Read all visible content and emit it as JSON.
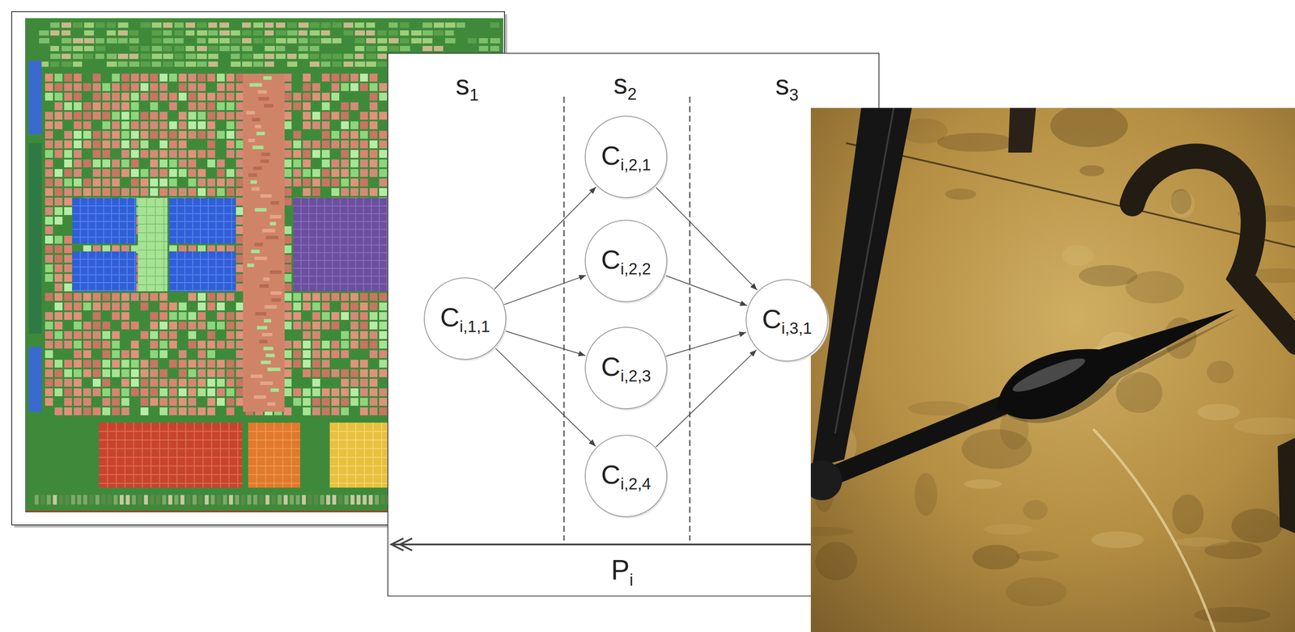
{
  "diagram": {
    "nodes": [
      {
        "text": [
          "Ci,1,1"
        ]
      },
      {
        "text": [
          "Ci,2,1"
        ]
      },
      {
        "text": [
          "Ci,2,2"
        ]
      },
      {
        "text": [
          "Ci,2,3"
        ]
      },
      {
        "text": [
          "Ci,2,4"
        ]
      },
      {
        "text": [
          "Ci,3,1"
        ]
      }
    ],
    "edges": [
      {
        "from": 0,
        "to": 1,
        "arrow": "to"
      },
      {
        "from": 0,
        "to": 2,
        "arrow": "to"
      },
      {
        "from": 0,
        "to": 3,
        "arrow": "to"
      },
      {
        "from": 0,
        "to": 4,
        "arrow": "to"
      },
      {
        "from": 1,
        "to": 5,
        "arrow": "to"
      },
      {
        "from": 2,
        "to": 5,
        "arrow": "to"
      },
      {
        "from": 3,
        "to": 5,
        "arrow": "to"
      },
      {
        "from": 4,
        "to": 5,
        "arrow": "to"
      }
    ],
    "labels": [
      "s1",
      "s2",
      "s3",
      "Pi"
    ]
  }
}
